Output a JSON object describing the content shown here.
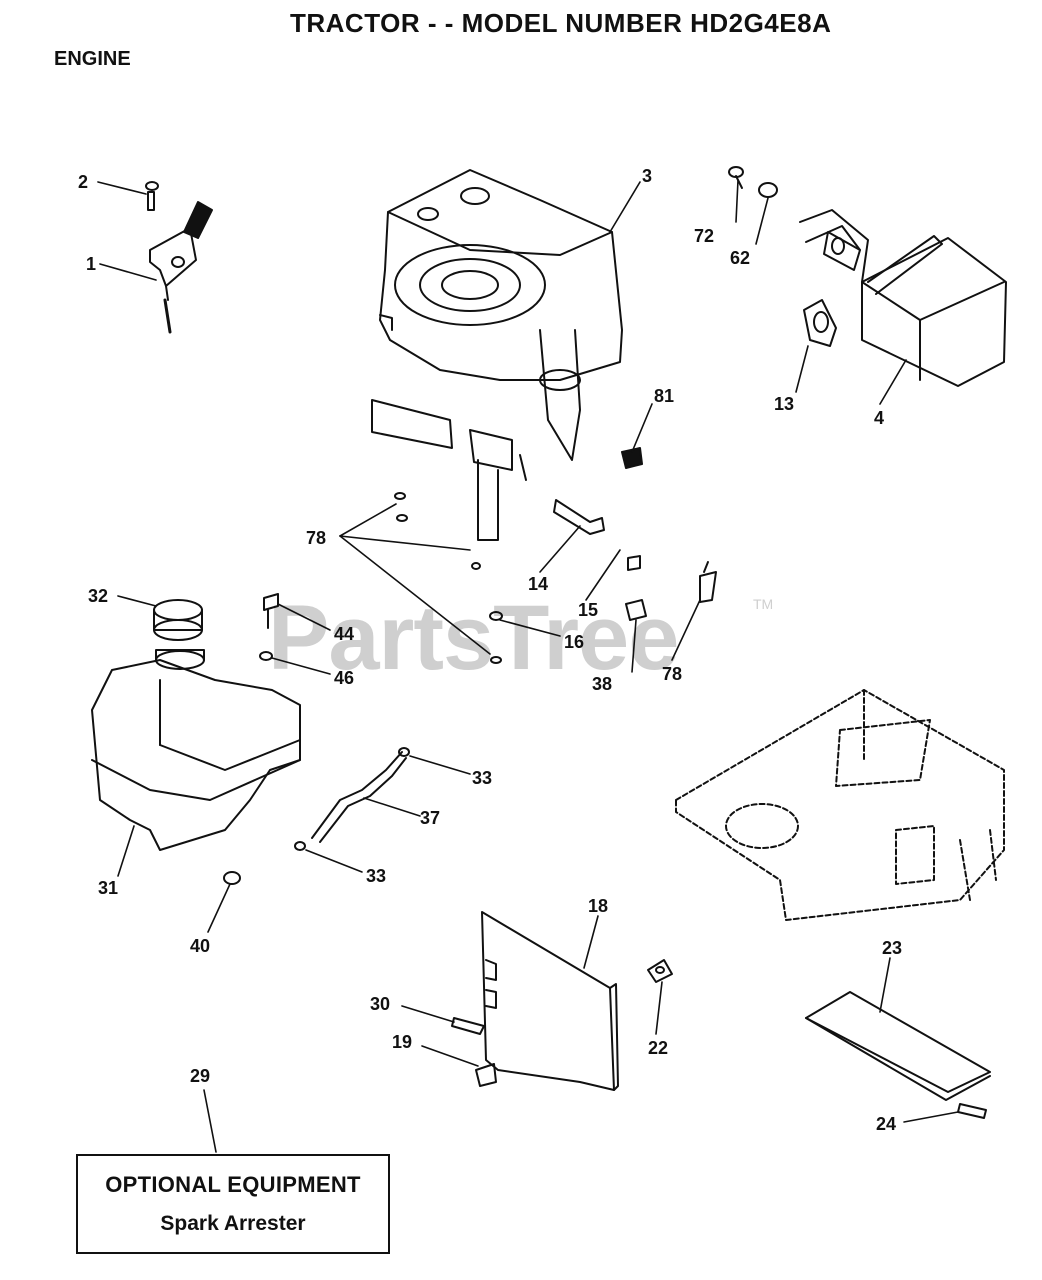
{
  "header": {
    "title": "TRACTOR - - MODEL NUMBER HD2G4E8A",
    "section": "ENGINE"
  },
  "watermark": {
    "text": "PartsTree",
    "trademark": "TM"
  },
  "callouts": [
    {
      "id": "1",
      "label": "1"
    },
    {
      "id": "2",
      "label": "2"
    },
    {
      "id": "3",
      "label": "3"
    },
    {
      "id": "4",
      "label": "4"
    },
    {
      "id": "13",
      "label": "13"
    },
    {
      "id": "14",
      "label": "14"
    },
    {
      "id": "15",
      "label": "15"
    },
    {
      "id": "16",
      "label": "16"
    },
    {
      "id": "18",
      "label": "18"
    },
    {
      "id": "19",
      "label": "19"
    },
    {
      "id": "22",
      "label": "22"
    },
    {
      "id": "23",
      "label": "23"
    },
    {
      "id": "24",
      "label": "24"
    },
    {
      "id": "29",
      "label": "29"
    },
    {
      "id": "30",
      "label": "30"
    },
    {
      "id": "31",
      "label": "31"
    },
    {
      "id": "32",
      "label": "32"
    },
    {
      "id": "33a",
      "label": "33"
    },
    {
      "id": "33b",
      "label": "33"
    },
    {
      "id": "37",
      "label": "37"
    },
    {
      "id": "38",
      "label": "38"
    },
    {
      "id": "40",
      "label": "40"
    },
    {
      "id": "44",
      "label": "44"
    },
    {
      "id": "46",
      "label": "46"
    },
    {
      "id": "62",
      "label": "62"
    },
    {
      "id": "72",
      "label": "72"
    },
    {
      "id": "78a",
      "label": "78"
    },
    {
      "id": "78b",
      "label": "78"
    },
    {
      "id": "81",
      "label": "81"
    }
  ],
  "optional_equipment": {
    "heading": "OPTIONAL EQUIPMENT",
    "item": "Spark Arrester"
  }
}
